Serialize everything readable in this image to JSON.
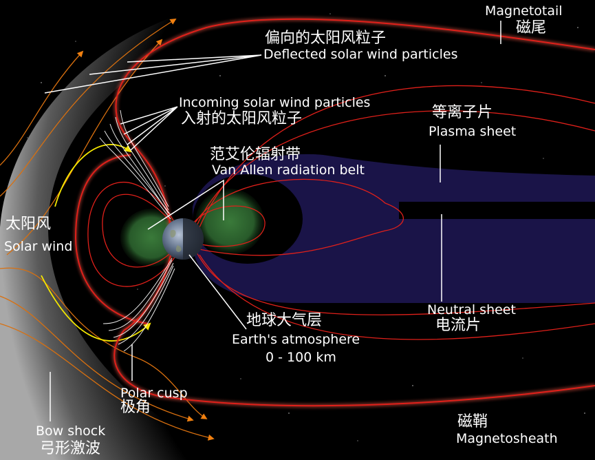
{
  "diagram": {
    "title": "Earth magnetosphere",
    "colors": {
      "background": "#000000",
      "bow_shock_gradient_light": "#9a9a9a",
      "field_line": "#e0201a",
      "magnetopause_glow": "#ff5a4a",
      "solar_wind_line": "#d9700f",
      "solar_wind_arrow": "#f08010",
      "yellow_particle_path": "#f5e800",
      "plasma_sheet": "#1a1448",
      "radiation_belt": "#2f6a32",
      "leader_line": "#ffffff",
      "text": "#ffffff"
    },
    "labels": {
      "magnetotail": {
        "en": "Magnetotail",
        "zh": "磁尾"
      },
      "deflected": {
        "zh": "偏向的太阳风粒子",
        "en": "Deflected solar wind particles"
      },
      "incoming": {
        "en": "Incoming solar wind particles",
        "zh": "入射的太阳风粒子"
      },
      "plasma_sheet": {
        "zh": "等离子片",
        "en": "Plasma sheet"
      },
      "van_allen": {
        "zh": "范艾伦辐射带",
        "en": "Van Allen radiation belt"
      },
      "solar_wind": {
        "zh": "太阳风",
        "en": "Solar wind"
      },
      "atmosphere": {
        "zh": "地球大气层",
        "en": "Earth's atmosphere",
        "range": "0 - 100 km"
      },
      "neutral_sheet": {
        "en": "Neutral sheet",
        "zh": "电流片"
      },
      "polar_cusp": {
        "en": "Polar cusp",
        "zh": "极角"
      },
      "bow_shock": {
        "en": "Bow shock",
        "zh": "弓形激波"
      },
      "magnetosheath": {
        "zh": "磁鞘",
        "en": "Magnetosheath"
      }
    },
    "icons": {
      "earth": "earth-globe-icon",
      "arrow": "arrowhead-icon"
    }
  }
}
